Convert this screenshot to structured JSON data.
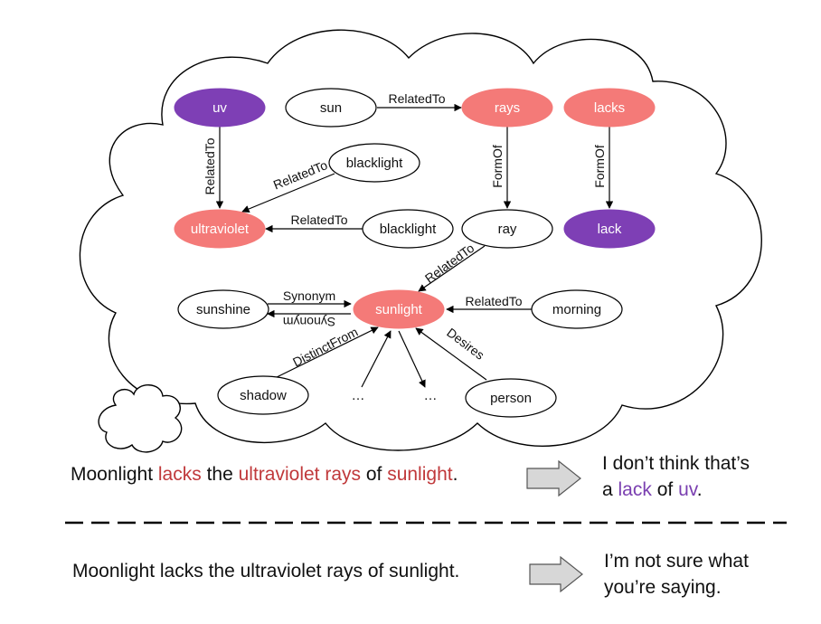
{
  "colors": {
    "red_node": "#f47a78",
    "purple_node": "#7e3fb5",
    "red_text": "#c0393b",
    "purple_text": "#7a3fb0",
    "arrow_fill": "#d7d7d7"
  },
  "graph": {
    "nodes": {
      "uv": "uv",
      "sun": "sun",
      "rays": "rays",
      "lacks": "lacks",
      "blacklight_top": "blacklight",
      "ultraviolet": "ultraviolet",
      "blacklight_mid": "blacklight",
      "ray": "ray",
      "lack": "lack",
      "sunshine": "sunshine",
      "sunlight": "sunlight",
      "morning": "morning",
      "shadow": "shadow",
      "dots1": "…",
      "dots2": "…",
      "person": "person"
    },
    "edges": {
      "sun_rays": "RelatedTo",
      "uv_ultraviolet": "RelatedTo",
      "blacklight_top_ultraviolet": "RelatedTo",
      "blacklight_mid_ultraviolet": "RelatedTo",
      "rays_ray": "FormOf",
      "lacks_lack": "FormOf",
      "ray_sunlight": "RelatedTo",
      "sunshine_sunlight": "Synonym",
      "sunlight_sunshine": "Synonym",
      "morning_sunlight": "RelatedTo",
      "shadow_sunlight": "DistinctFrom",
      "person_sunlight": "Desires"
    }
  },
  "example_good": {
    "s1": "Moonlight ",
    "s2": "lacks",
    "s3": " the ",
    "s4": "ultraviolet rays",
    "s5": " of ",
    "s6": "sunlight",
    "s7": ".",
    "reply_line1": "I don’t think that’s",
    "reply_a": "a ",
    "reply_lack": "lack",
    "reply_of": " of ",
    "reply_uv": "uv",
    "reply_end": "."
  },
  "example_bad": {
    "sentence": "Moonlight lacks the ultraviolet rays of sunlight.",
    "reply_line1": "I’m not sure what",
    "reply_line2": "you’re saying."
  }
}
